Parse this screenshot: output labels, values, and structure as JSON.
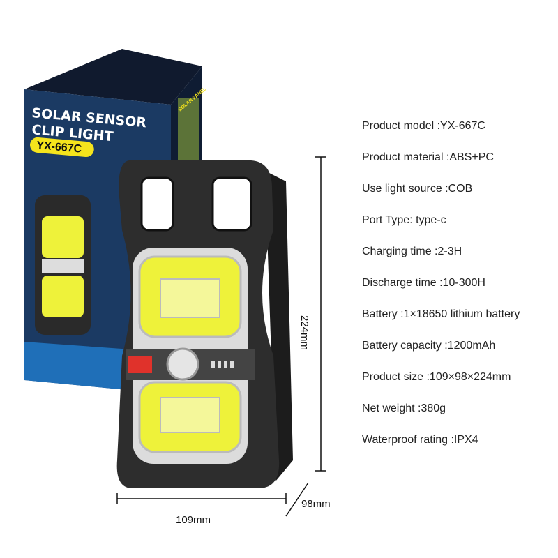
{
  "box": {
    "title_line1": "SOLAR SENSOR",
    "title_line2": "CLIP LIGHT",
    "model_badge": "YX-667C",
    "side_label": "SOLAR PANEL"
  },
  "specs": [
    "Product model :YX-667C",
    "Product material :ABS+PC",
    "Use light source :COB",
    "Port Type: type-c",
    "Charging time :2-3H",
    "Discharge time :10-300H",
    "Battery :1×18650 lithium battery",
    "Battery capacity :1200mAh",
    "Product size :109×98×224mm",
    "Net weight :380g",
    "Waterproof rating :IPX4"
  ],
  "dimensions": {
    "height": "224mm",
    "width": "109mm",
    "depth": "98mm"
  },
  "colors": {
    "box_navy": "#14233f",
    "badge_yellow": "#f5e41c",
    "cob_yellow": "#eef23a",
    "body_black": "#2a2a2a"
  }
}
